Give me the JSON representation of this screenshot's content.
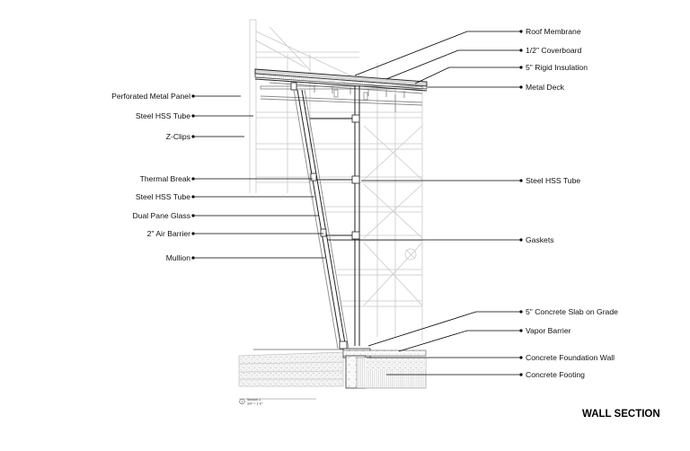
{
  "drawing_title": "WALL SECTION",
  "section_tag": {
    "number": "1",
    "name": "Section 1",
    "scale": "3/4\" = 1'-0\""
  },
  "left_labels": [
    {
      "id": "perforated-metal-panel",
      "text": "Perforated Metal Panel"
    },
    {
      "id": "steel-hss-tube-upper",
      "text": "Steel HSS Tube"
    },
    {
      "id": "z-clips",
      "text": "Z-Clips"
    },
    {
      "id": "thermal-break",
      "text": "Thermal Break"
    },
    {
      "id": "steel-hss-tube-lower",
      "text": "Steel HSS Tube"
    },
    {
      "id": "dual-pane-glass",
      "text": "Dual Pane Glass"
    },
    {
      "id": "air-barrier",
      "text": "2\" Air Barrier"
    },
    {
      "id": "mullion",
      "text": "Mullion"
    }
  ],
  "right_labels": [
    {
      "id": "roof-membrane",
      "text": "Roof Membrane"
    },
    {
      "id": "coverboard",
      "text": "1/2\" Coverboard"
    },
    {
      "id": "rigid-insulation",
      "text": "5\" Rigid Insulation"
    },
    {
      "id": "metal-deck",
      "text": "Metal Deck"
    },
    {
      "id": "steel-hss-tube-right",
      "text": "Steel HSS Tube"
    },
    {
      "id": "gaskets",
      "text": "Gaskets"
    },
    {
      "id": "concrete-slab",
      "text": "5\" Concrete Slab on Grade"
    },
    {
      "id": "vapor-barrier",
      "text": "Vapor Barrier"
    },
    {
      "id": "concrete-foundation-wall",
      "text": "Concrete Foundation Wall"
    },
    {
      "id": "concrete-footing",
      "text": "Concrete Footing"
    }
  ]
}
